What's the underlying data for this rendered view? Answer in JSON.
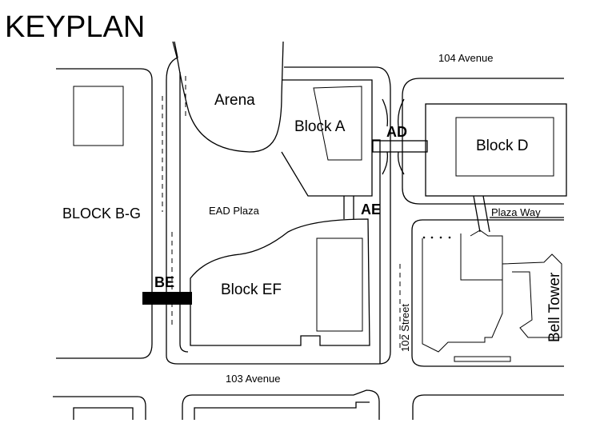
{
  "title": "KEYPLAN",
  "labels": {
    "arena": "Arena",
    "block_a": "Block A",
    "block_d": "Block D",
    "block_bg": "BLOCK B-G",
    "block_ef": "Block EF",
    "ead_plaza": "EAD Plaza",
    "bell_tower": "Bell Tower",
    "ave_104": "104 Avenue",
    "ave_103": "103 Avenue",
    "street_102": "102 Street",
    "plaza_way": "Plaza Way"
  },
  "connectors": {
    "ad": "AD",
    "ae": "AE",
    "be": "BE"
  }
}
